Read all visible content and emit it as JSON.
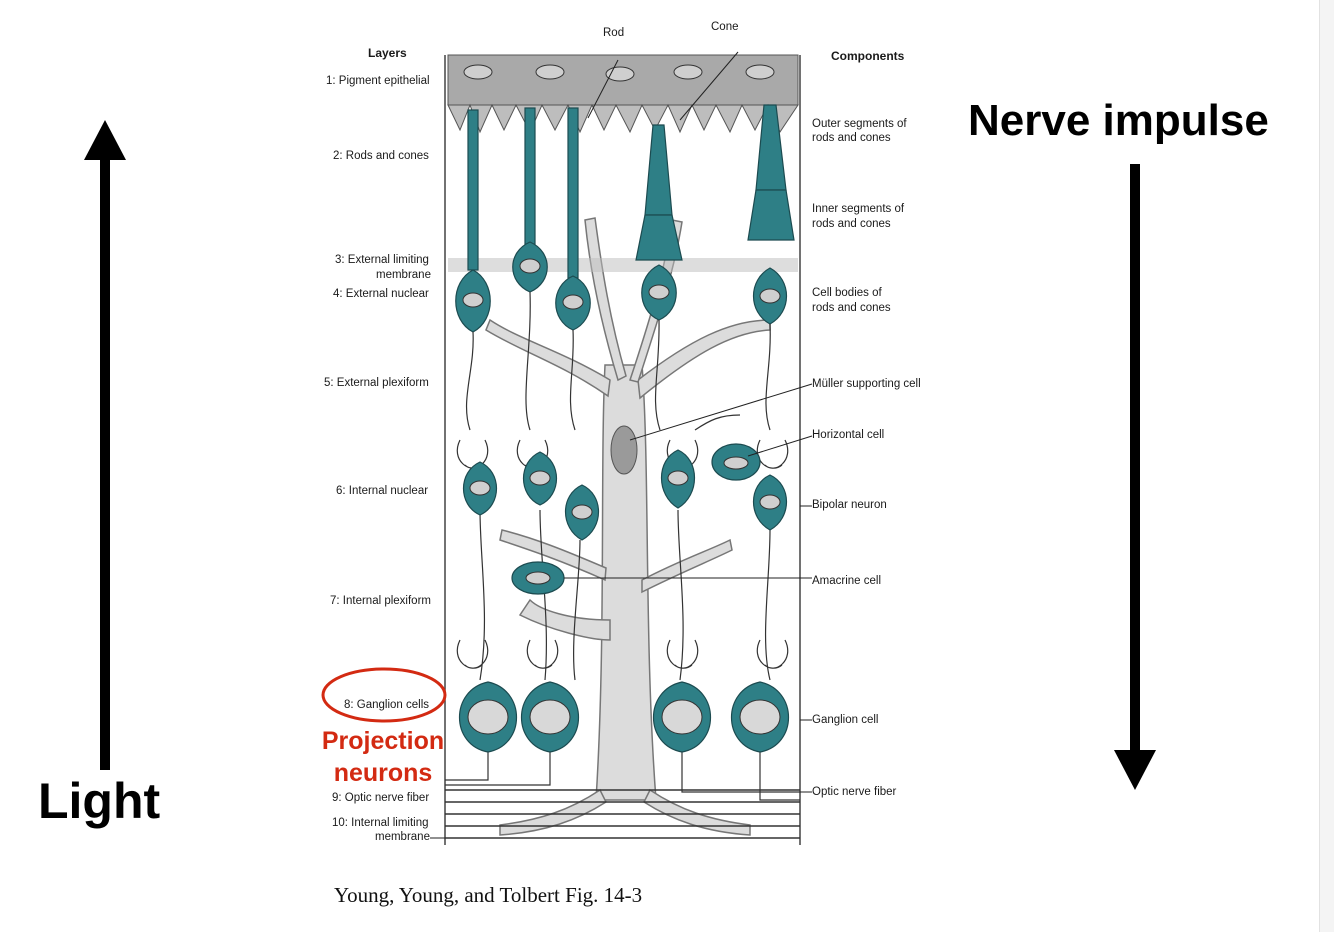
{
  "left_label": "Light",
  "right_label": "Nerve impulse",
  "annotation": {
    "line1": "Projection",
    "line2": "neurons"
  },
  "caption": "Young, Young, and Tolbert Fig. 14-3",
  "figure": {
    "layers_header": "Layers",
    "components_header": "Components",
    "top_labels": {
      "rod": "Rod",
      "cone": "Cone"
    },
    "layers": [
      {
        "line1": "1: Pigment epithelial"
      },
      {
        "line1": "2: Rods and cones"
      },
      {
        "line1": "3: External limiting",
        "line2": "membrane"
      },
      {
        "line1": "4: External nuclear"
      },
      {
        "line1": "5: External plexiform"
      },
      {
        "line1": "6: Internal nuclear"
      },
      {
        "line1": "7: Internal plexiform"
      },
      {
        "line1": "8: Ganglion cells"
      },
      {
        "line1": "9: Optic nerve fiber"
      },
      {
        "line1": "10: Internal limiting",
        "line2": "membrane"
      }
    ],
    "components": [
      {
        "line1": "Outer segments of",
        "line2": "rods and cones"
      },
      {
        "line1": "Inner segments of",
        "line2": "rods and cones"
      },
      {
        "line1": "Cell bodies of",
        "line2": "rods and cones"
      },
      {
        "line1": "Müller supporting cell"
      },
      {
        "line1": "Horizontal cell"
      },
      {
        "line1": "Bipolar neuron"
      },
      {
        "line1": "Amacrine cell"
      },
      {
        "line1": "Ganglion cell"
      },
      {
        "line1": "Optic nerve fiber"
      }
    ]
  },
  "colors": {
    "cell_fill": "#2e7f86",
    "annotation": "#d32a12",
    "muller_cell": "#dcdcdc"
  }
}
